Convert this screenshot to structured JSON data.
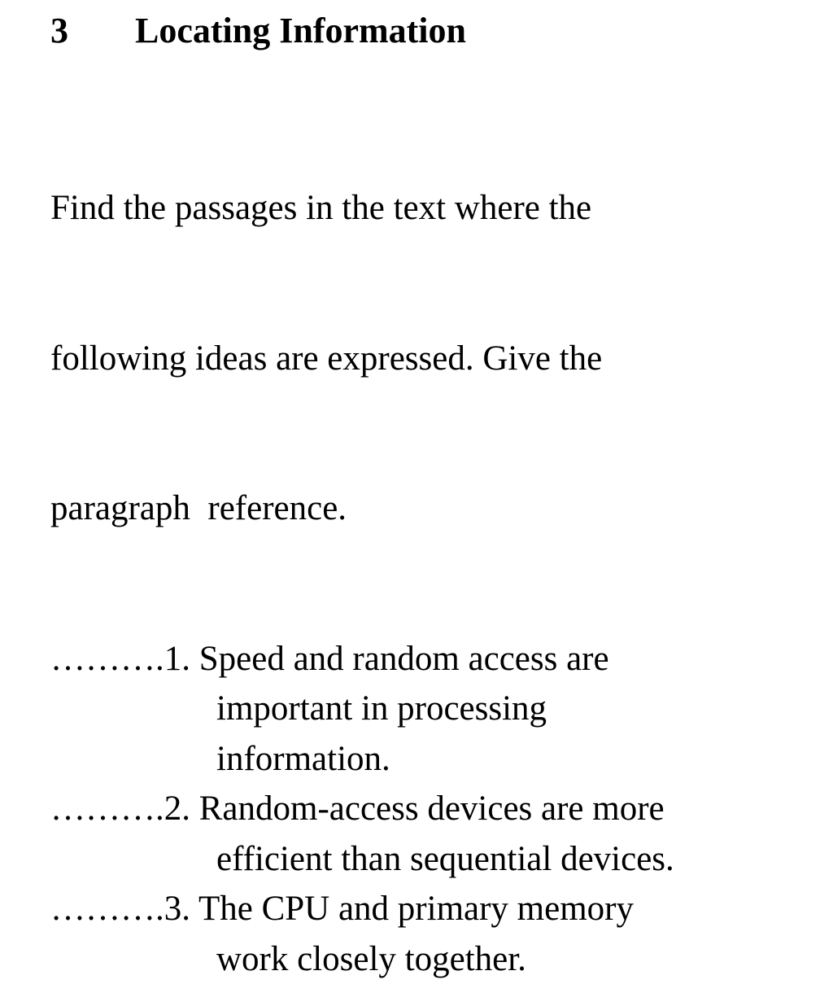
{
  "heading": {
    "number": "3",
    "title": "Locating Information"
  },
  "instruction": {
    "lines": [
      "Find the passages in the text where the",
      "following ideas are expressed. Give the",
      "paragraph  reference."
    ]
  },
  "items": [
    {
      "prefix": "……….1.",
      "first_line": " Speed and random access are",
      "continuation": [
        "important in processing",
        "information."
      ]
    },
    {
      "prefix": "……….2.",
      "first_line": " Random-access devices are more",
      "continuation": [
        "efficient than sequential devices."
      ]
    },
    {
      "prefix": "……….3.",
      "first_line": " The CPU and primary memory",
      "continuation": [
        "work closely together."
      ]
    }
  ]
}
